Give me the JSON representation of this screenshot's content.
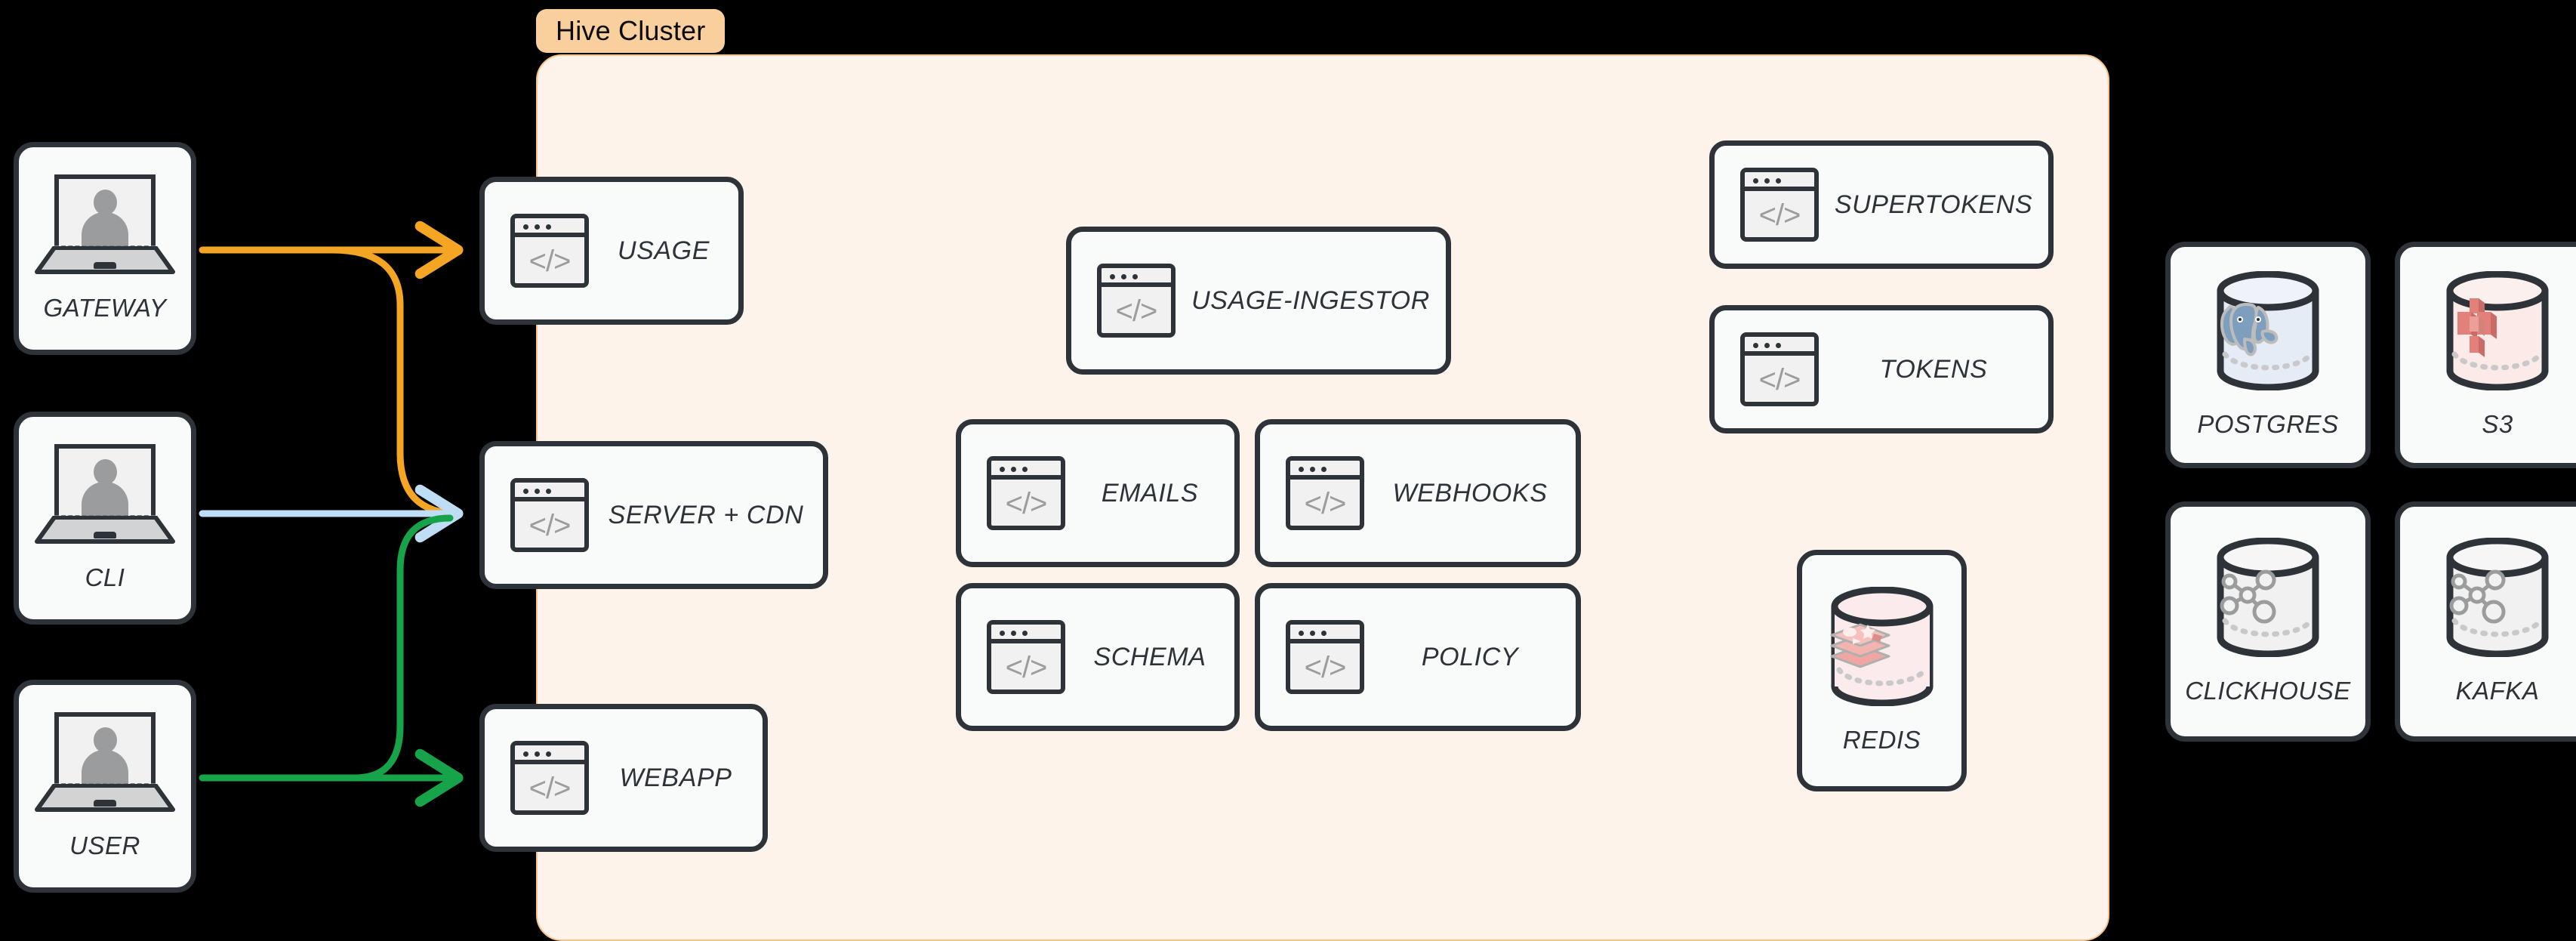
{
  "background_color": "#000000",
  "cluster": {
    "label": "Hive Cluster",
    "label_bg": "#F9CF9E",
    "panel_bg": "#FDF3EA",
    "panel_border": "#F6C38A"
  },
  "clients": [
    {
      "id": "gateway",
      "label": "GATEWAY",
      "icon": "laptop-user-icon"
    },
    {
      "id": "cli",
      "label": "CLI",
      "icon": "laptop-user-icon"
    },
    {
      "id": "user",
      "label": "USER",
      "icon": "laptop-user-icon"
    }
  ],
  "cluster_services": [
    {
      "id": "usage",
      "label": "USAGE",
      "icon": "code-window-icon"
    },
    {
      "id": "server-cdn",
      "label": "SERVER + CDN",
      "icon": "code-window-icon"
    },
    {
      "id": "webapp",
      "label": "WEBAPP",
      "icon": "code-window-icon"
    },
    {
      "id": "usage-ingestor",
      "label": "USAGE-INGESTOR",
      "icon": "code-window-icon"
    },
    {
      "id": "emails",
      "label": "EMAILS",
      "icon": "code-window-icon"
    },
    {
      "id": "webhooks",
      "label": "WEBHOOKS",
      "icon": "code-window-icon"
    },
    {
      "id": "schema",
      "label": "SCHEMA",
      "icon": "code-window-icon"
    },
    {
      "id": "policy",
      "label": "POLICY",
      "icon": "code-window-icon"
    },
    {
      "id": "supertokens",
      "label": "SUPERTOKENS",
      "icon": "code-window-icon"
    },
    {
      "id": "tokens",
      "label": "TOKENS",
      "icon": "code-window-icon"
    }
  ],
  "cluster_datastores": [
    {
      "id": "redis",
      "label": "REDIS",
      "icon": "redis-database-icon",
      "accent": "#E9A6A2"
    }
  ],
  "external_datastores": [
    {
      "id": "postgres",
      "label": "POSTGRES",
      "icon": "postgres-database-icon",
      "accent": "#8AA8C4"
    },
    {
      "id": "s3",
      "label": "S3",
      "icon": "s3-database-icon",
      "accent": "#E08A7E"
    },
    {
      "id": "clickhouse",
      "label": "CLICKHOUSE",
      "icon": "clickhouse-database-icon",
      "accent": "#9A9C9E"
    },
    {
      "id": "kafka",
      "label": "KAFKA",
      "icon": "kafka-database-icon",
      "accent": "#9A9C9E"
    }
  ],
  "connections": [
    {
      "id": "gateway-to-usage",
      "from": "gateway",
      "to": "usage",
      "color": "#F5A524"
    },
    {
      "id": "gateway-to-server-cdn",
      "from": "gateway",
      "to": "server-cdn",
      "color": "#F5A524"
    },
    {
      "id": "cli-to-server-cdn",
      "from": "cli",
      "to": "server-cdn",
      "color": "#BFDDF5"
    },
    {
      "id": "user-to-server-cdn",
      "from": "user",
      "to": "server-cdn",
      "color": "#16A34A"
    },
    {
      "id": "user-to-webapp",
      "from": "user",
      "to": "webapp",
      "color": "#16A34A"
    }
  ],
  "code_glyph": "</>"
}
